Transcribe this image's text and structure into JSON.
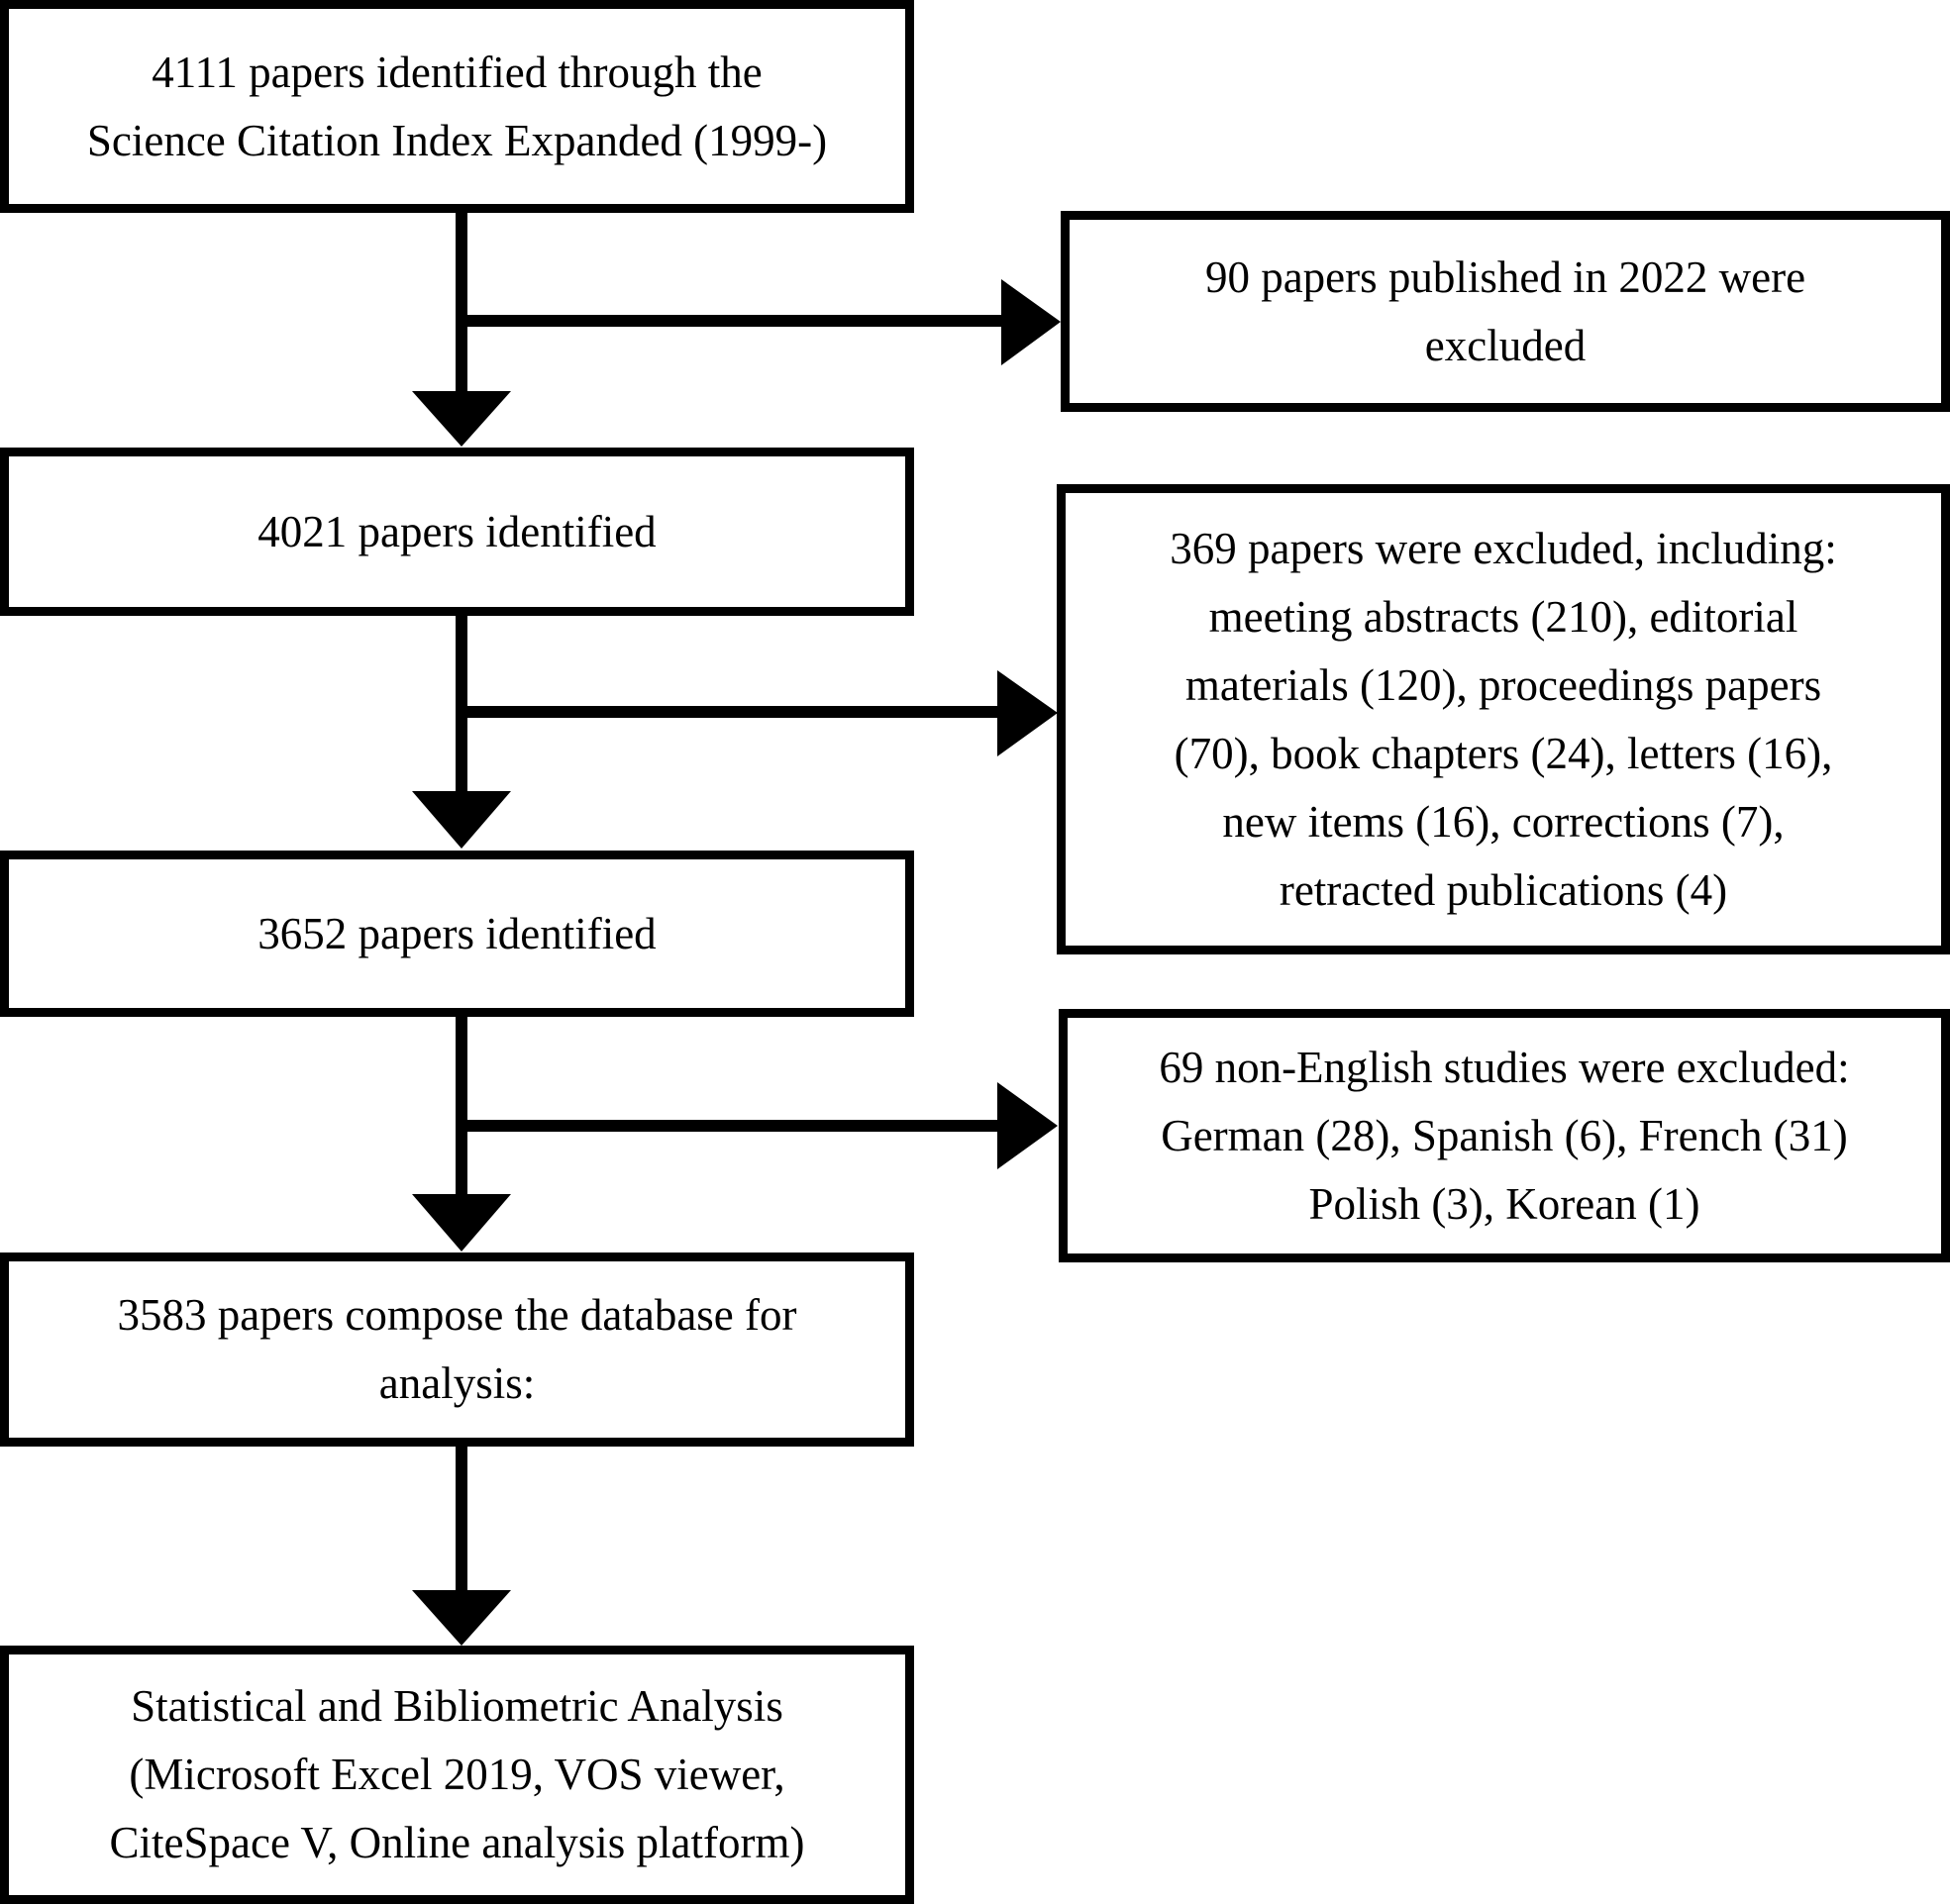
{
  "flow": {
    "main_steps": [
      {
        "text": "4111 papers identified through the\nScience Citation Index Expanded (1999-)"
      },
      {
        "text": "4021 papers identified"
      },
      {
        "text": "3652 papers identified"
      },
      {
        "text": "3583 papers compose the database for\nanalysis:"
      },
      {
        "text": "Statistical and Bibliometric Analysis\n(Microsoft Excel 2019, VOS viewer,\nCiteSpace V, Online analysis platform)"
      }
    ],
    "exclusions": [
      {
        "text": "90 papers published in 2022 were\nexcluded"
      },
      {
        "text": "369 papers were excluded, including:\nmeeting abstracts (210), editorial\nmaterials (120), proceedings papers\n(70), book chapters (24), letters (16),\nnew items (16), corrections (7),\nretracted publications (4)"
      },
      {
        "text": "69 non-English studies were excluded:\nGerman (28), Spanish (6), French (31)\nPolish (3), Korean (1)"
      }
    ]
  }
}
